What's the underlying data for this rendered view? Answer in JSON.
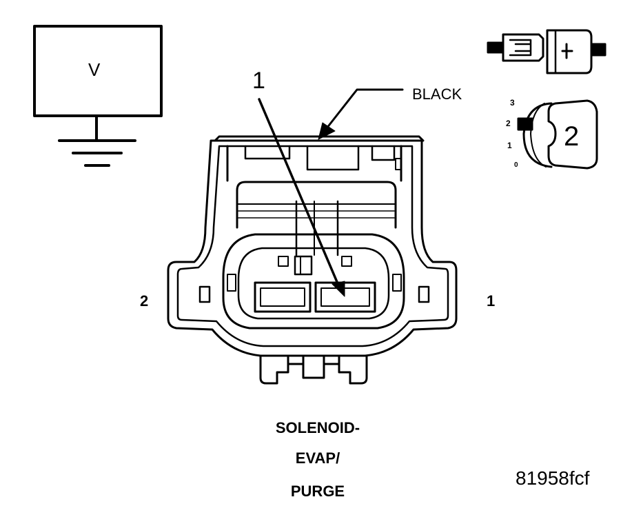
{
  "voltmeter": {
    "label": "V"
  },
  "connector": {
    "color_label": "BLACK",
    "callout_number": "1",
    "pin_left": "2",
    "pin_right": "1",
    "name_lines": [
      "SOLENOID-",
      "EVAP/",
      "PURGE"
    ]
  },
  "view_indicator": {
    "positions": [
      "3",
      "2",
      "1",
      "0"
    ],
    "view_number": "2"
  },
  "figure_id": "81958fcf"
}
